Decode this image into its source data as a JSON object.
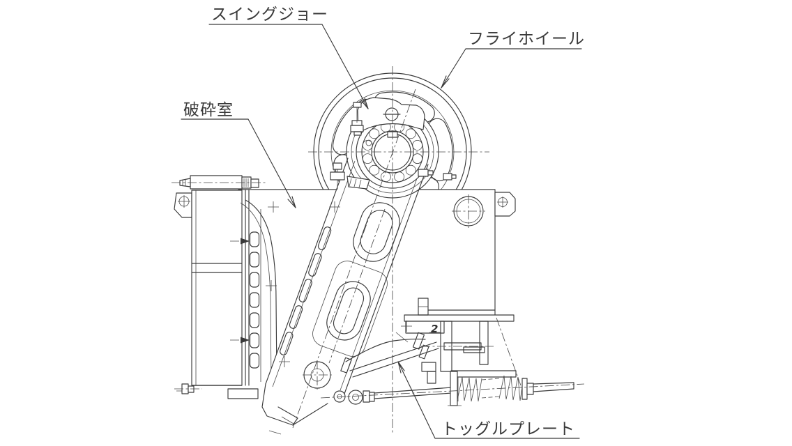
{
  "figure": {
    "type": "technical-line-drawing",
    "labels": {
      "swing_jaw": "スイングジョー",
      "flywheel": "フライホイール",
      "crushing_chamber": "破砕室",
      "toggle_plate": "トッグルプレート"
    },
    "annotations": {
      "detail_mark": "2"
    },
    "colors": {
      "line": "#3a3a3a",
      "background": "#ffffff",
      "text": "#3a3a3a"
    }
  }
}
